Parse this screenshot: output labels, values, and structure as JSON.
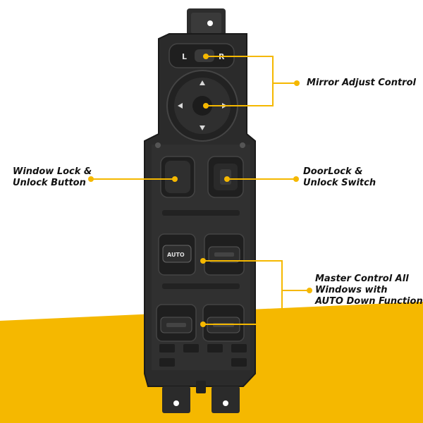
{
  "colors": {
    "accent": "#F5B800",
    "background": "#FFFFFF",
    "device_body": "#2B2B2B",
    "text": "#111111"
  },
  "labels": {
    "mirror_adjust": "Mirror Adjust Control",
    "window_lock": [
      "Window Lock &",
      "Unlock Button"
    ],
    "door_lock": [
      "DoorLock &",
      "Unlock Switch"
    ],
    "master_control": [
      "Master Control All",
      "Windows with",
      "AUTO Down Function"
    ]
  },
  "switch_text": {
    "mirror_left": "L",
    "mirror_right": "R",
    "auto_button": "AUTO"
  }
}
